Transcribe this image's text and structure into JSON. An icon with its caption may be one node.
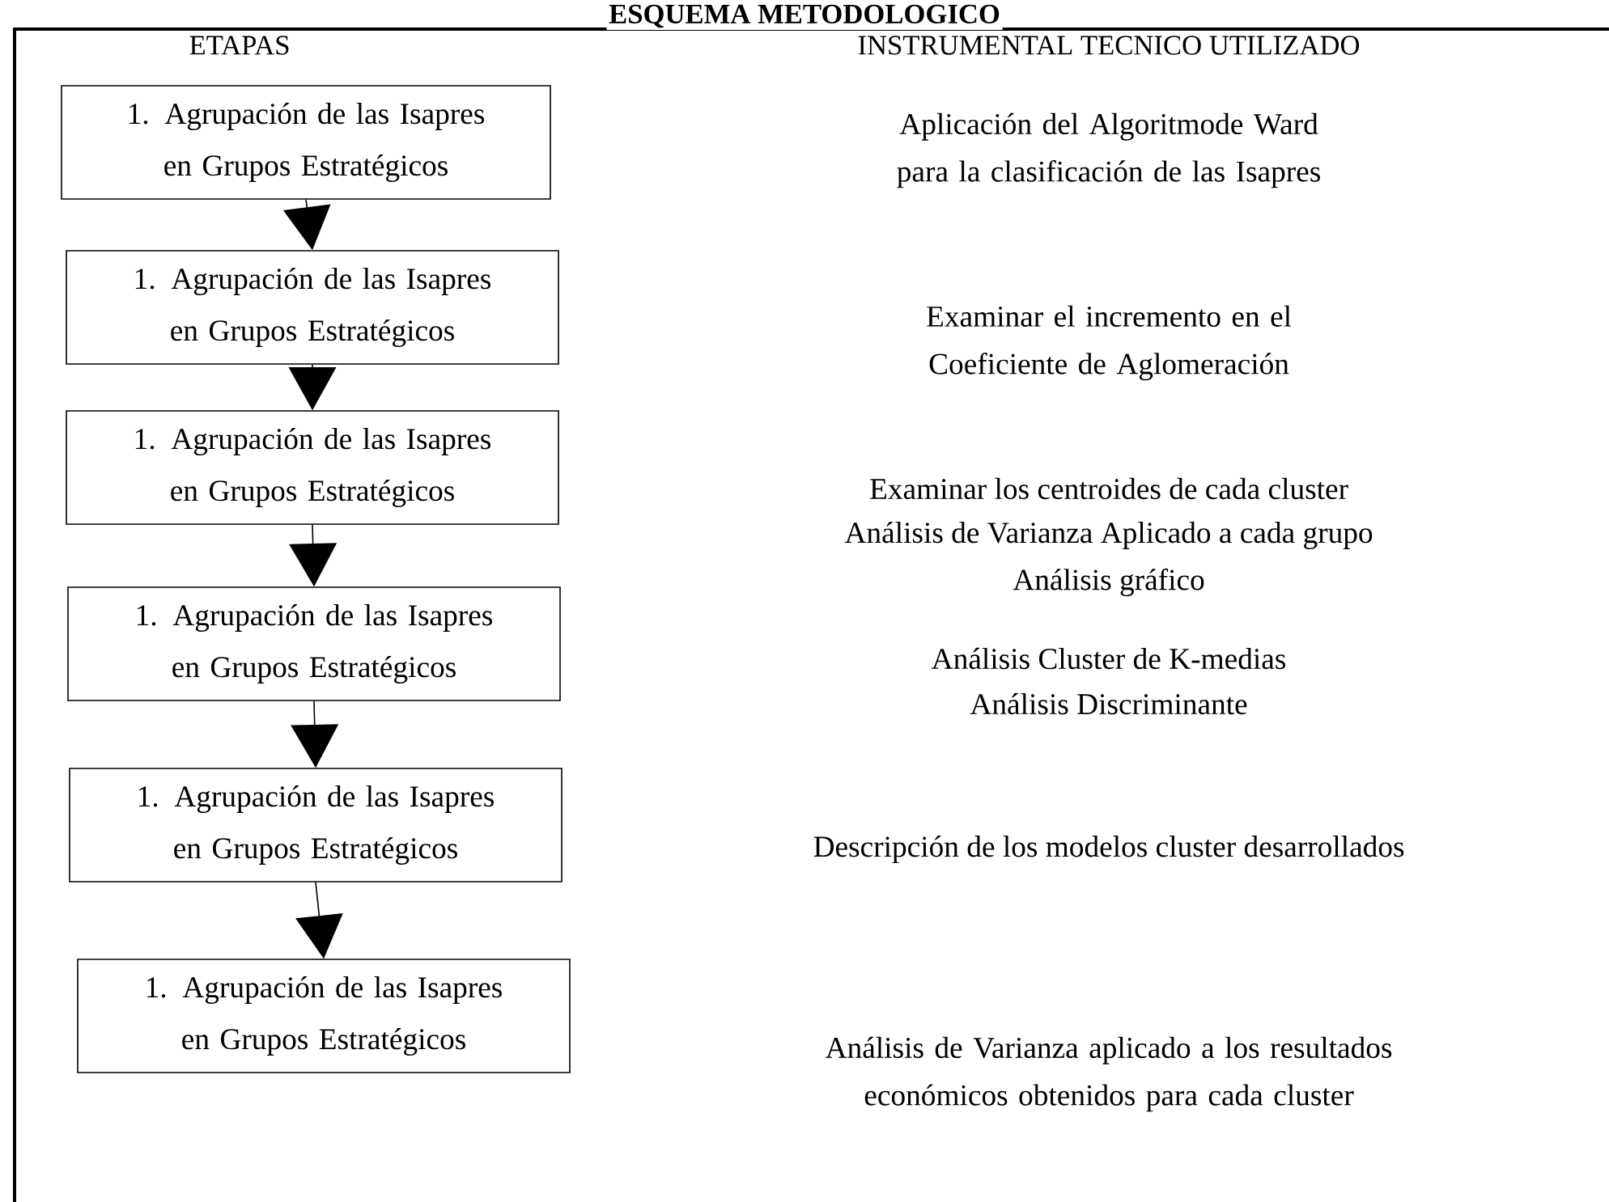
{
  "diagram": {
    "title": "ESQUEMA METODOLOGICO",
    "nodes": [
      {
        "text": [
          "1. Agrupación de las Isapres en Grupos Estratégicos"
        ]
      },
      {
        "text": [
          "1. Agrupación de las Isapres en Grupos Estratégicos"
        ]
      },
      {
        "text": [
          "1. Agrupación de las Isapres en Grupos Estratégicos"
        ]
      },
      {
        "text": [
          "1. Agrupación de las Isapres en Grupos Estratégicos"
        ]
      },
      {
        "text": [
          "1. Agrupación de las Isapres en Grupos Estratégicos"
        ]
      },
      {
        "text": [
          "1. Agrupación de las Isapres en Grupos Estratégicos"
        ]
      }
    ],
    "edges": [
      {
        "from": 0,
        "to": 1,
        "arrow": "to"
      },
      {
        "from": 1,
        "to": 2,
        "arrow": "to"
      },
      {
        "from": 2,
        "to": 3,
        "arrow": "to"
      },
      {
        "from": 3,
        "to": 4,
        "arrow": "to"
      },
      {
        "from": 4,
        "to": 5,
        "arrow": "to"
      }
    ],
    "labels": [
      "ETAPAS",
      "INSTRUMENTAL TECNICO UTILIZADO",
      "Aplicación del Algoritmode Ward para la clasificación de las Isapres",
      "Examinar el incremento en el Coeficiente de Aglomeración",
      "Examinar los centroides de cada cluster",
      "Análisis de Varianza Aplicado a cada grupo",
      "Análisis gráfico",
      "Análisis Cluster de K-medias",
      "Análisis Discriminante",
      "Descripción de los modelos cluster desarrollados",
      "Análisis de Varianza aplicado a los resultados económicos obtenidos para cada cluster"
    ]
  }
}
